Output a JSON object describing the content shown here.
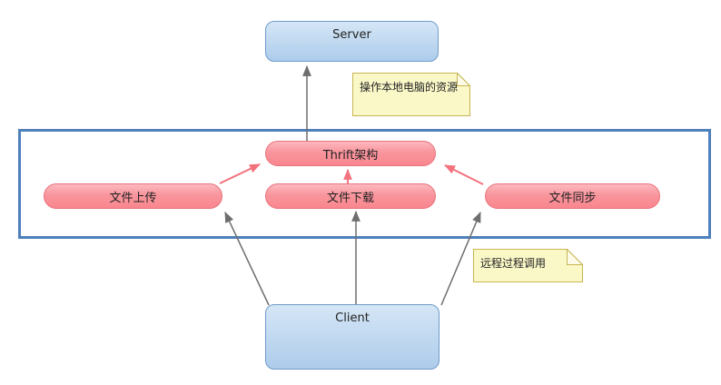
{
  "diagram": {
    "nodes": {
      "server": {
        "label": "Server"
      },
      "client": {
        "label": "Client"
      },
      "thrift": {
        "label": "Thrift架构"
      },
      "upload": {
        "label": "文件上传"
      },
      "download": {
        "label": "文件下载"
      },
      "sync": {
        "label": "文件同步"
      }
    },
    "notes": {
      "local_resource": {
        "text": "操作本地电脑的资源"
      },
      "rpc": {
        "text": "远程过程调用"
      }
    },
    "edges": [
      {
        "from": "Thrift架构",
        "to": "Server",
        "color": "gray"
      },
      {
        "from": "Client",
        "to": "文件上传",
        "color": "gray"
      },
      {
        "from": "Client",
        "to": "文件下载",
        "color": "gray"
      },
      {
        "from": "Client",
        "to": "文件同步",
        "color": "gray"
      },
      {
        "from": "文件上传",
        "to": "Thrift架构",
        "color": "pink"
      },
      {
        "from": "文件下载",
        "to": "Thrift架构",
        "color": "pink"
      },
      {
        "from": "文件同步",
        "to": "Thrift架构",
        "color": "pink"
      }
    ],
    "colors": {
      "blue_fill_top": "#D5E6F6",
      "blue_fill_bottom": "#ADCCEB",
      "blue_border": "#6F9BC9",
      "pink_fill_top": "#FCB9BE",
      "pink_fill_bottom": "#F9868F",
      "pink_border": "#E8737D",
      "pink_arrow": "#F2737E",
      "gray_arrow": "#6E6E6E",
      "frame_border": "#4E80BC",
      "note_fill": "#FBF8C8",
      "note_border": "#C8B554",
      "label_text": "#222222"
    }
  }
}
